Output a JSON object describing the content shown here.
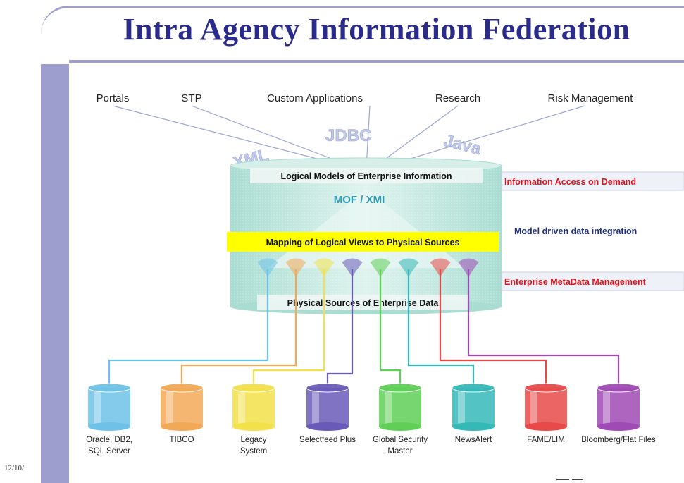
{
  "title": "Intra Agency Information Federation",
  "footer_date": "12/10/",
  "consumers": [
    "Portals",
    "STP",
    "Custom Applications",
    "Research",
    "Risk Management"
  ],
  "protocols": [
    "XML",
    "JDBC",
    "Java"
  ],
  "cylinder": {
    "logical": "Logical Models of Enterprise Information",
    "mof": "MOF / XMI",
    "mapping": "Mapping of Logical Views to Physical Sources",
    "physical": "Physical Sources of Enterprise Data"
  },
  "side_labels": {
    "access": "Information Access on Demand",
    "model": "Model driven data integration",
    "meta": "Enterprise MetaData Management"
  },
  "colors": {
    "accent": "#9d9dce",
    "title": "#2b2b8c",
    "red_label": "#e0121b",
    "blue_label": "#1f2f7a",
    "mapping_band": "#ffff00"
  },
  "sources": [
    {
      "line1": "Oracle, DB2,",
      "line2": "SQL Server",
      "color": "#6ec2e8"
    },
    {
      "line1": "TIBCO",
      "line2": "",
      "color": "#f2a957"
    },
    {
      "line1": "Legacy",
      "line2": "System",
      "color": "#f2e14a"
    },
    {
      "line1": "Selectfeed Plus",
      "line2": "",
      "color": "#6a5ab8"
    },
    {
      "line1": "Global Security",
      "line2": "Master",
      "color": "#5fcf56"
    },
    {
      "line1": "NewsAlert",
      "line2": "",
      "color": "#35b8b8"
    },
    {
      "line1": "FAME/LIM",
      "line2": "",
      "color": "#e84a4a"
    },
    {
      "line1": "Bloomberg/Flat Files",
      "line2": "",
      "color": "#a04ab5"
    }
  ]
}
